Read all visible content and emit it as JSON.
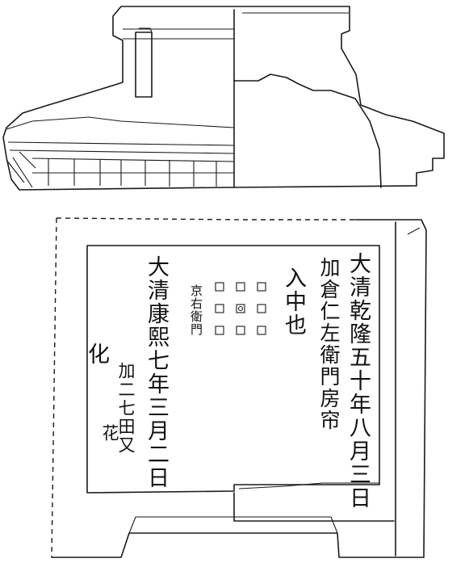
{
  "inscriptions": {
    "col1": "大清乾隆五十年八月三日",
    "col2": "加倉仁左衛門房帘",
    "col3": "入中也",
    "col4": "京右衛門",
    "col5": "大清康熙七年三月二日",
    "col6": "加二七田又",
    "col7": "化",
    "col8": "花"
  }
}
